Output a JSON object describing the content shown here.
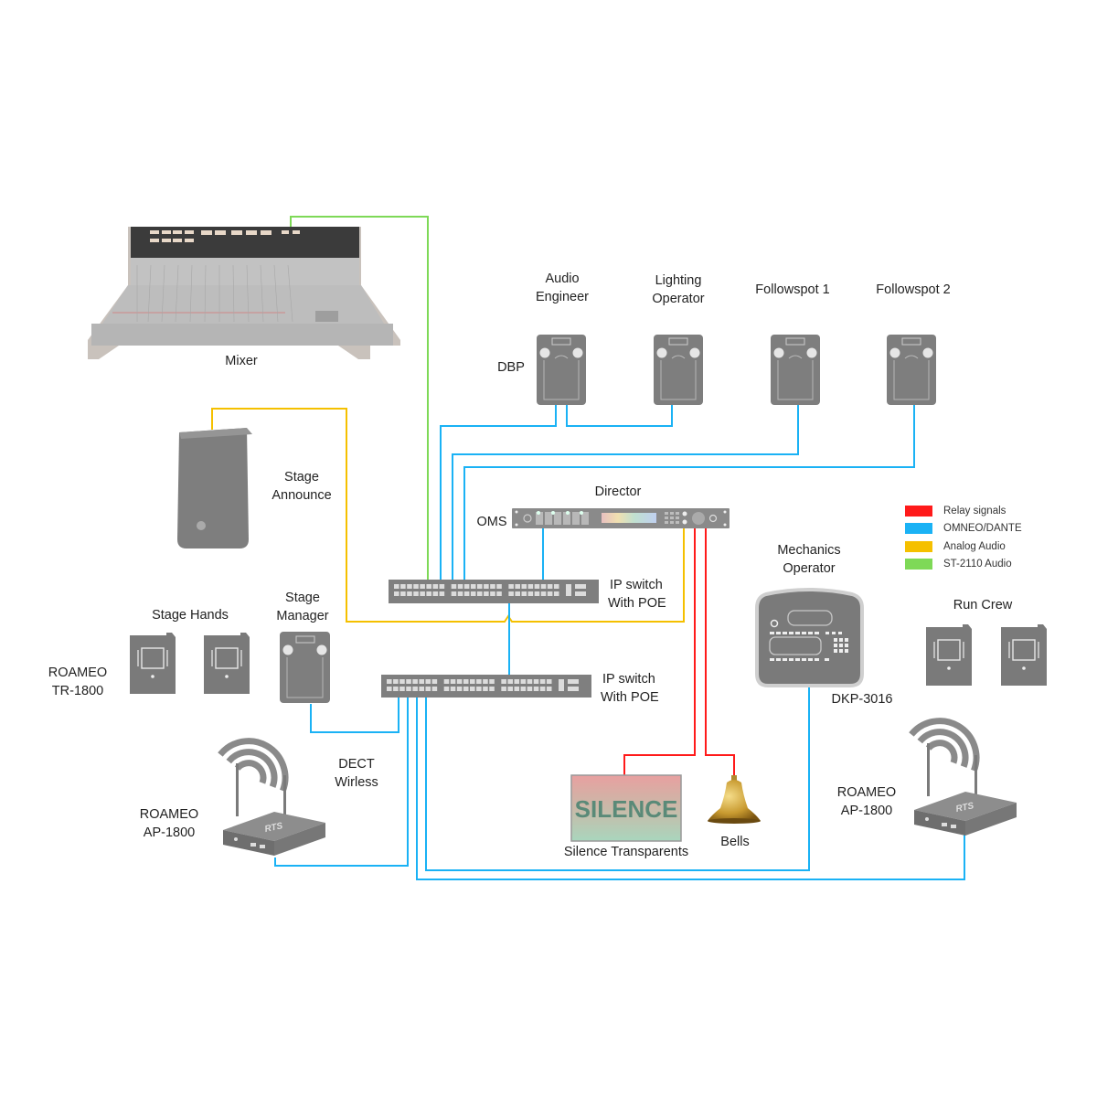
{
  "diagram": {
    "title": "Theatre intercom system",
    "legend": [
      {
        "label": "Relay signals",
        "color": "#ff1a1a"
      },
      {
        "label": "OMNEO/DANTE",
        "color": "#1ab2f5"
      },
      {
        "label": "Analog Audio",
        "color": "#f5c000"
      },
      {
        "label": "ST-2110 Audio",
        "color": "#7ed957"
      }
    ],
    "labels": {
      "mixer": "Mixer",
      "stage_announce_1": "Stage",
      "stage_announce_2": "Announce",
      "audio_engineer_1": "Audio",
      "audio_engineer_2": "Engineer",
      "lighting_operator_1": "Lighting",
      "lighting_operator_2": "Operator",
      "followspot1": "Followspot 1",
      "followspot2": "Followspot 2",
      "dbp": "DBP",
      "director": "Director",
      "oms": "OMS",
      "ip_switch_1a": "IP switch",
      "ip_switch_1b": "With POE",
      "ip_switch_2a": "IP switch",
      "ip_switch_2b": "With POE",
      "stage_hands": "Stage Hands",
      "stage_manager_1": "Stage",
      "stage_manager_2": "Manager",
      "roameo_tr_1": "ROAMEO",
      "roameo_tr_2": "TR-1800",
      "dect_1": "DECT",
      "dect_2": "Wirless",
      "roameo_ap_left_1": "ROAMEO",
      "roameo_ap_left_2": "AP-1800",
      "roameo_ap_right_1": "ROAMEO",
      "roameo_ap_right_2": "AP-1800",
      "mechanics_1": "Mechanics",
      "mechanics_2": "Operator",
      "dkp": "DKP-3016",
      "run_crew": "Run Crew",
      "silence_sign": "SILENCE",
      "silence_transparents": "Silence Transparents",
      "bells": "Bells",
      "ap_brand": "RTS"
    }
  }
}
